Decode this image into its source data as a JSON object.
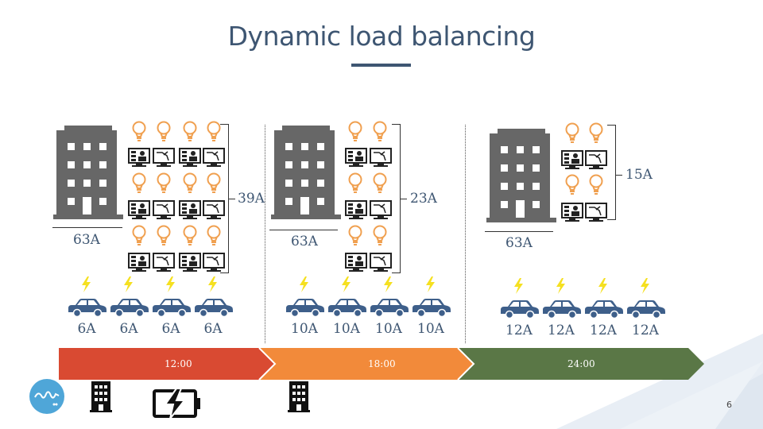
{
  "title": "Dynamic load balancing",
  "panels": [
    {
      "building_label": "63A",
      "bracket_label": "39A",
      "cars": [
        "6A",
        "6A",
        "6A",
        "6A"
      ]
    },
    {
      "building_label": "63A",
      "bracket_label": "23A",
      "cars": [
        "10A",
        "10A",
        "10A",
        "10A"
      ]
    },
    {
      "building_label": "63A",
      "bracket_label": "15A",
      "cars": [
        "12A",
        "12A",
        "12A",
        "12A"
      ]
    }
  ],
  "timeline": [
    {
      "label": "12:00",
      "color": "#d94a32"
    },
    {
      "label": "18:00",
      "color": "#f28a3a"
    },
    {
      "label": "24:00",
      "color": "#5a7746"
    }
  ],
  "colors": {
    "accent": "#3e5672",
    "building": "#676767",
    "bulb": "#f0a050",
    "car": "#3e5f8a",
    "bolt": "#f5e020"
  },
  "icons": [
    "building-icon",
    "lightbulb-icon",
    "workstation-icon",
    "car-icon",
    "lightning-icon",
    "battery-charging-icon",
    "logo"
  ],
  "page_number": "6"
}
